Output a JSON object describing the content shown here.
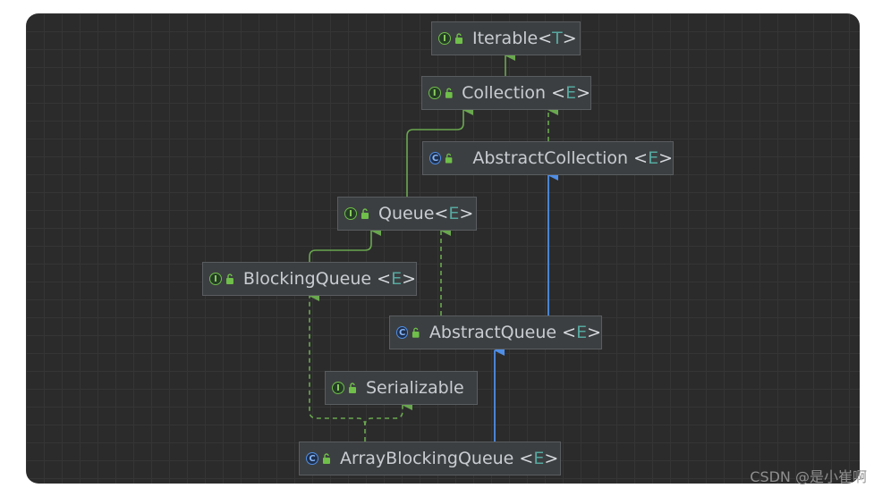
{
  "nodes": {
    "iterable": {
      "name": "Iterable",
      "type_param": "T",
      "sep": "",
      "kind": "interface"
    },
    "collection": {
      "name": "Collection",
      "type_param": "E",
      "sep": " ",
      "kind": "interface"
    },
    "abstract_collection": {
      "name": "AbstractCollection",
      "type_param": "E",
      "sep": " ",
      "kind": "class"
    },
    "queue": {
      "name": "Queue",
      "type_param": "E",
      "sep": "",
      "kind": "interface"
    },
    "blocking_queue": {
      "name": "BlockingQueue",
      "type_param": "E",
      "sep": " ",
      "kind": "interface"
    },
    "abstract_queue": {
      "name": "AbstractQueue",
      "type_param": "E",
      "sep": " ",
      "kind": "class"
    },
    "serializable": {
      "name": "Serializable",
      "type_param": "",
      "sep": "",
      "kind": "interface"
    },
    "array_blocking_queue": {
      "name": "ArrayBlockingQueue",
      "type_param": "E",
      "sep": " ",
      "kind": "class"
    }
  },
  "badges": {
    "interface": "I",
    "class": "C"
  },
  "edges": [
    {
      "from": "collection",
      "to": "iterable",
      "type": "extends"
    },
    {
      "from": "abstract_collection",
      "to": "collection",
      "type": "implements"
    },
    {
      "from": "queue",
      "to": "collection",
      "type": "extends"
    },
    {
      "from": "blocking_queue",
      "to": "queue",
      "type": "extends"
    },
    {
      "from": "abstract_queue",
      "to": "queue",
      "type": "implements"
    },
    {
      "from": "abstract_queue",
      "to": "abstract_collection",
      "type": "class-extends"
    },
    {
      "from": "array_blocking_queue",
      "to": "abstract_queue",
      "type": "class-extends"
    },
    {
      "from": "array_blocking_queue",
      "to": "blocking_queue",
      "type": "implements"
    },
    {
      "from": "array_blocking_queue",
      "to": "serializable",
      "type": "implements"
    }
  ],
  "colors": {
    "background": "#2b2b2b",
    "node_fill": "#3c3f41",
    "node_border": "#5a5d60",
    "interface_edge": "#6aa84f",
    "class_edge": "#4f8ee6",
    "type_param": "#56a8a0"
  },
  "watermark": "CSDN @是小崔啊"
}
